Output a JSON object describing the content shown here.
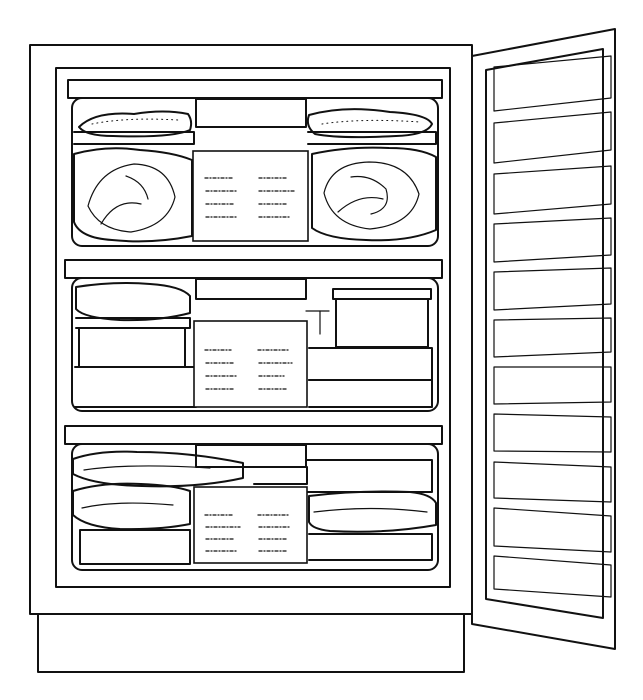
{
  "colors": {
    "ink": "#111111",
    "paper": "#ffffff"
  },
  "icons": {
    "main": "upright-freezer-illustration"
  },
  "door": {
    "shelf_count": 11
  },
  "drawers": [
    {
      "name": "top-drawer",
      "contents": [
        "packaged-meat-tray",
        "whole-chicken-bag",
        "cabbage-bag",
        "label-card"
      ]
    },
    {
      "name": "middle-drawer",
      "contents": [
        "stacked-food-containers",
        "lidded-box",
        "label-card"
      ]
    },
    {
      "name": "bottom-drawer",
      "contents": [
        "wrapped-packages",
        "flat-packs",
        "label-card"
      ]
    }
  ]
}
